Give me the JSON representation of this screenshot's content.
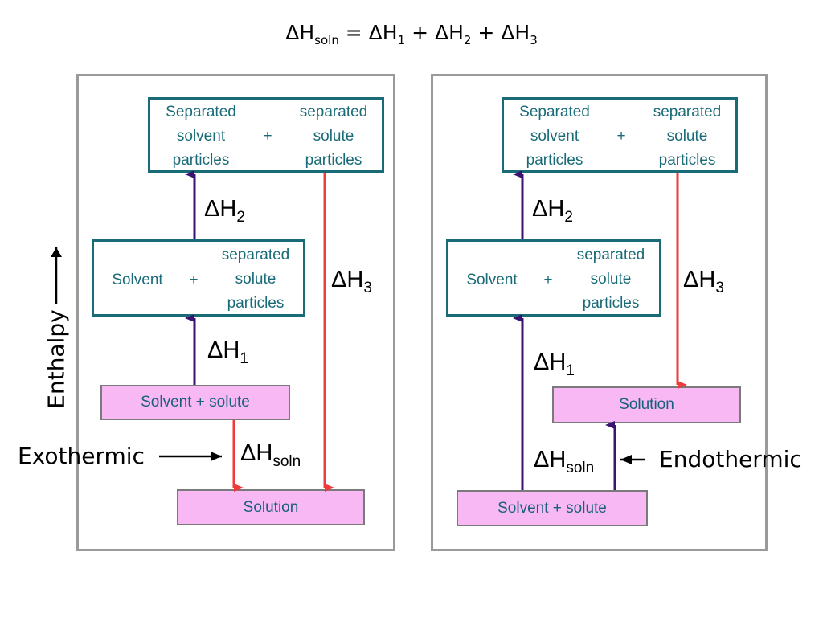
{
  "title": {
    "dh": "ΔH",
    "soln": "soln",
    "eq": " = ΔH",
    "one": "1",
    "plus1": " + ΔH",
    "two": "2",
    "plus2": " + ΔH",
    "three": "3"
  },
  "labels": {
    "delta_h": "ΔH",
    "sub_1": "1",
    "sub_2": "2",
    "sub_3": "3",
    "sub_soln": "soln",
    "separated": "Separated",
    "solvent_lc": "solvent",
    "particles": "particles",
    "separated_lc": "separated",
    "solute": "solute",
    "plus": "+",
    "solvent": "Solvent",
    "solvent_plus_solute": "Solvent + solute",
    "solution": "Solution",
    "enthalpy": "Enthalpy",
    "exothermic": "Exothermic",
    "endothermic": "Endothermic"
  },
  "colors": {
    "teal": "#1a6b78",
    "pink": "#f7b8f4",
    "red": "#ef3b3b",
    "purple": "#3a1470",
    "panel_border": "#9a9a9a"
  }
}
